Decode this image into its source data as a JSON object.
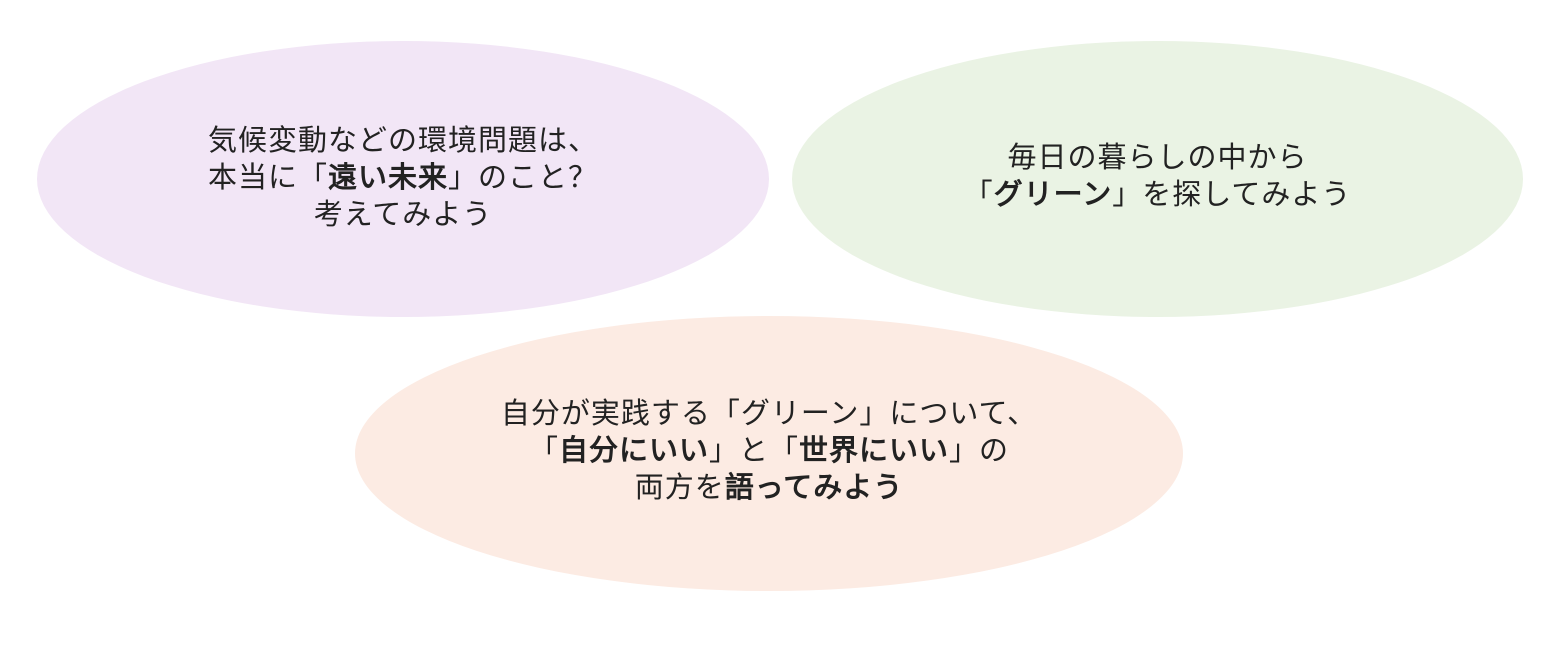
{
  "colors": {
    "ellipse_a": "#f2e6f6",
    "ellipse_b": "#eaf3e4",
    "ellipse_c": "#fcebe3"
  },
  "bubble_a": {
    "line1": "気候変動などの環境問題は、",
    "line2_pre": "本当に「",
    "line2_bold": "遠い未来",
    "line2_post": "」のこと？",
    "line3": "考えてみよう"
  },
  "bubble_b": {
    "line1": "毎日の暮らしの中から",
    "line2_pre": "「",
    "line2_bold": "グリーン",
    "line2_post": "」を探してみよう"
  },
  "bubble_c": {
    "line1": "自分が実践する「グリーン」について、",
    "line2_pre": "「",
    "line2_bold1": "自分にいい",
    "line2_mid": "」と「",
    "line2_bold2": "世界にいい",
    "line2_post": "」の",
    "line3_pre": "両方を",
    "line3_bold": "語ってみよう"
  }
}
